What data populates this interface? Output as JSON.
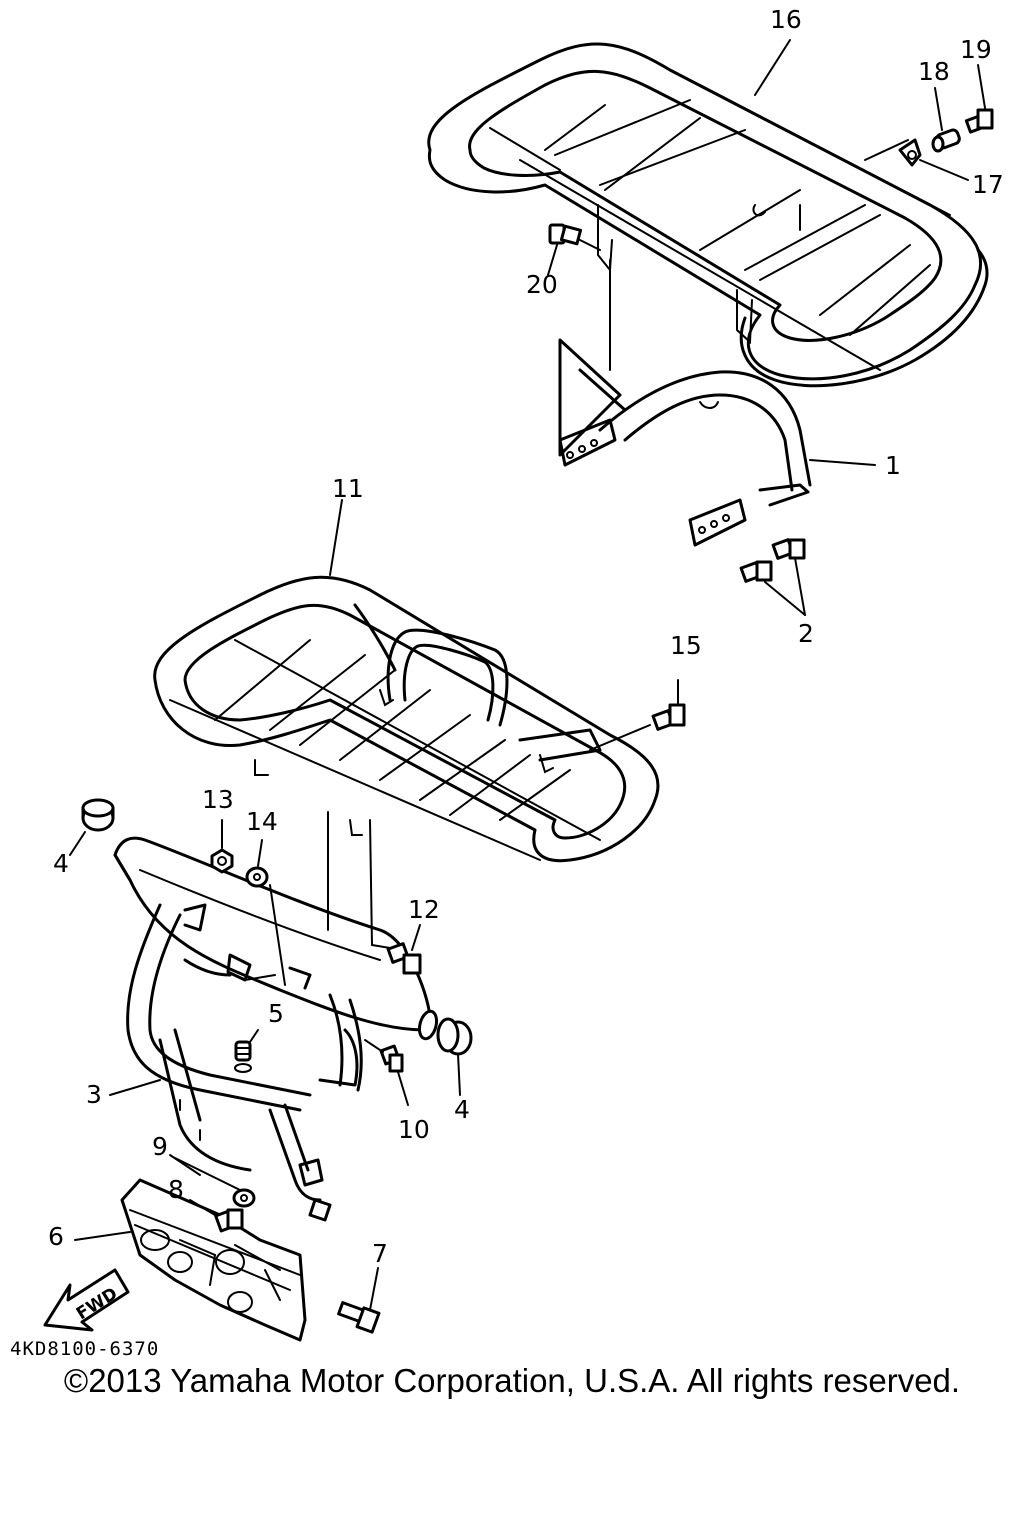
{
  "diagram": {
    "part_numbers": [
      "1",
      "2",
      "3",
      "4",
      "4",
      "5",
      "6",
      "7",
      "8",
      "9",
      "10",
      "11",
      "12",
      "13",
      "14",
      "15",
      "16",
      "17",
      "18",
      "19",
      "20"
    ],
    "drawing_code": "4KD8100-6370",
    "fwd_label": "FWD"
  },
  "footer": {
    "copyright": "©2013 Yamaha Motor Corporation, U.S.A. All rights reserved."
  }
}
